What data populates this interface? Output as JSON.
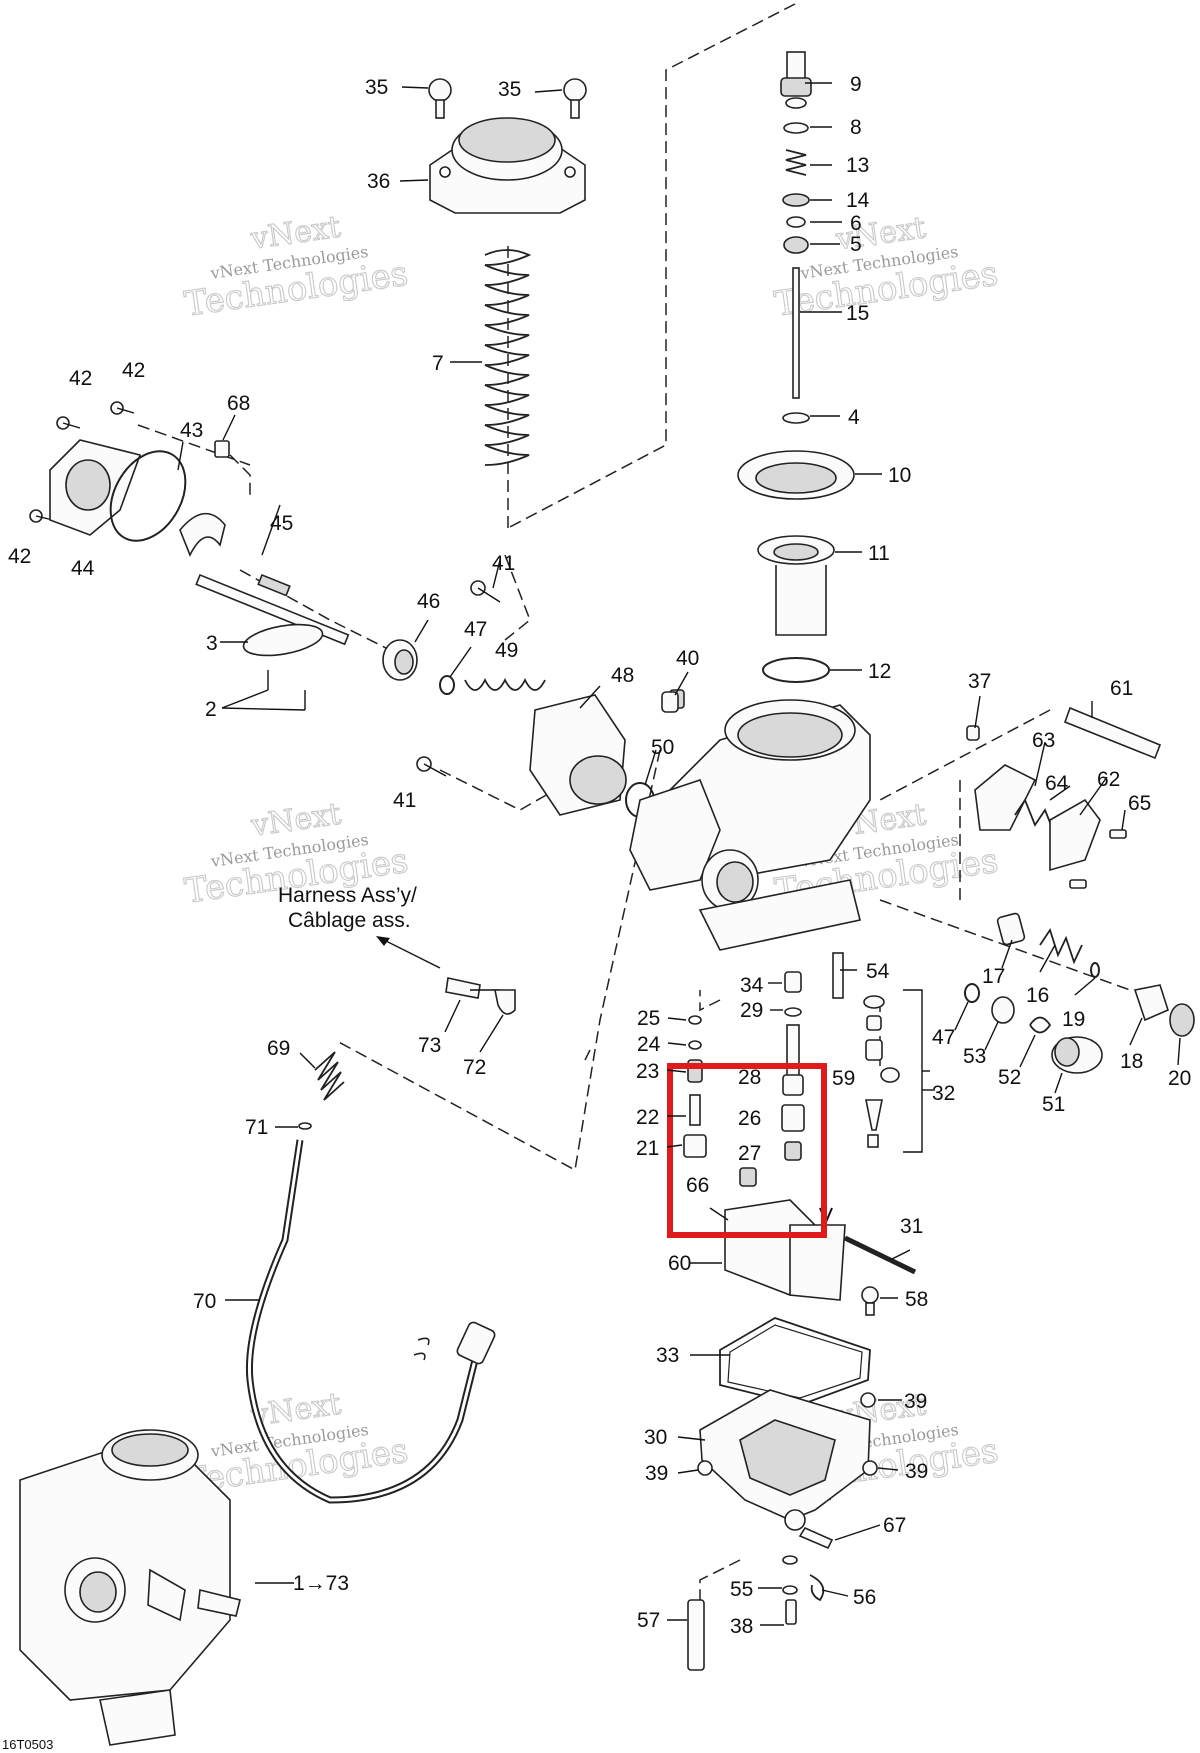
{
  "callouts": {
    "c1_73": "1→73",
    "c2": "2",
    "c3": "3",
    "c4": "4",
    "c5": "5",
    "c6": "6",
    "c7": "7",
    "c8": "8",
    "c9": "9",
    "c10": "10",
    "c11": "11",
    "c12": "12",
    "c13": "13",
    "c14": "14",
    "c15": "15",
    "c16": "16",
    "c17": "17",
    "c18": "18",
    "c19": "19",
    "c20": "20",
    "c21": "21",
    "c22": "22",
    "c23": "23",
    "c24": "24",
    "c25": "25",
    "c26": "26",
    "c27": "27",
    "c28": "28",
    "c29": "29",
    "c30": "30",
    "c31": "31",
    "c32": "32",
    "c33": "33",
    "c34": "34",
    "c35a": "35",
    "c35b": "35",
    "c36": "36",
    "c37": "37",
    "c38": "38",
    "c39a": "39",
    "c39b": "39",
    "c39c": "39",
    "c40": "40",
    "c41a": "41",
    "c41b": "41",
    "c42a": "42",
    "c42b": "42",
    "c42c": "42",
    "c43": "43",
    "c44": "44",
    "c45": "45",
    "c46": "46",
    "c47a": "47",
    "c47b": "47",
    "c48": "48",
    "c49": "49",
    "c50": "50",
    "c51": "51",
    "c52": "52",
    "c53": "53",
    "c54": "54",
    "c55": "55",
    "c56": "56",
    "c57": "57",
    "c58": "58",
    "c59": "59",
    "c60": "60",
    "c61": "61",
    "c62": "62",
    "c63": "63",
    "c64": "64",
    "c65": "65",
    "c66": "66",
    "c67": "67",
    "c68": "68",
    "c69": "69",
    "c70": "70",
    "c71": "71",
    "c72": "72",
    "c73": "73"
  },
  "harness_label": {
    "line1": "Harness Ass’y/",
    "line2": "Câblage ass."
  },
  "watermark": {
    "line1": "vNext",
    "line2": "vNext Technologies",
    "line3": "Technologies"
  },
  "figure_code": "16T0503",
  "highlight_color": "#e01b1b"
}
